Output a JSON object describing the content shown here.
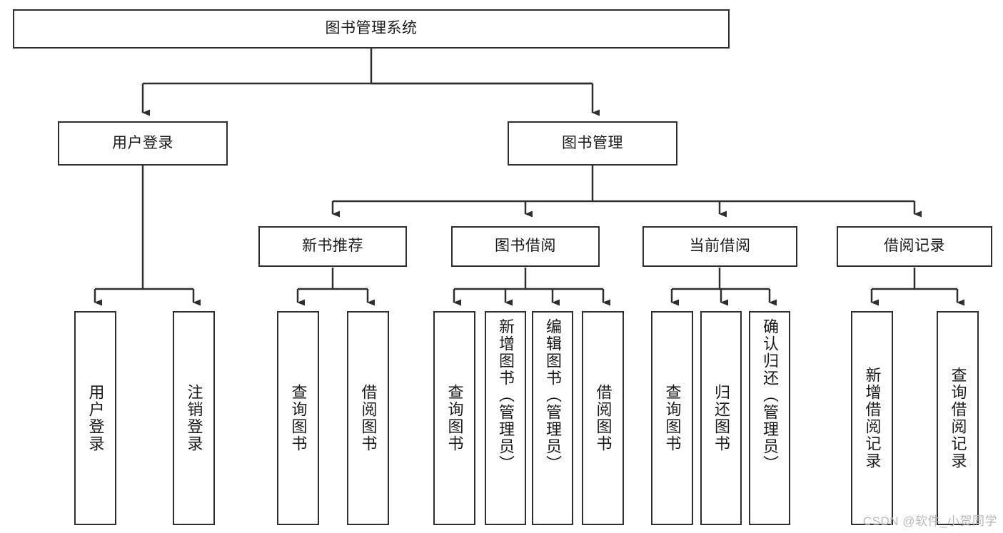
{
  "diagram": {
    "title": "图书管理系统",
    "watermark": "CSDN @软件_小贺同学",
    "line_color": "#2e2e2e",
    "box_border_color": "#2e2e2e",
    "box_fill_color": "#ffffff",
    "text_color": "#1a1a1a"
  },
  "nodes": {
    "root": {
      "label": "图书管理系统"
    },
    "level2": [
      {
        "label": "用户登录"
      },
      {
        "label": "图书管理"
      }
    ],
    "level3": [
      {
        "label": "新书推荐"
      },
      {
        "label": "图书借阅"
      },
      {
        "label": "当前借阅"
      },
      {
        "label": "借阅记录"
      }
    ],
    "leaves": {
      "user_login": [
        {
          "label": "用户登录"
        },
        {
          "label": "注销登录"
        }
      ],
      "new_book_recommend": [
        {
          "label": "查询图书"
        },
        {
          "label": "借阅图书"
        }
      ],
      "book_borrow": [
        {
          "label": "查询图书"
        },
        {
          "label": "新增图书（管理员）"
        },
        {
          "label": "编辑图书（管理员）"
        },
        {
          "label": "借阅图书"
        }
      ],
      "current_borrow": [
        {
          "label": "查询图书"
        },
        {
          "label": "归还图书"
        },
        {
          "label": "确认归还（管理员）"
        }
      ],
      "borrow_record": [
        {
          "label": "新增借阅记录"
        },
        {
          "label": "查询借阅记录"
        }
      ]
    }
  }
}
